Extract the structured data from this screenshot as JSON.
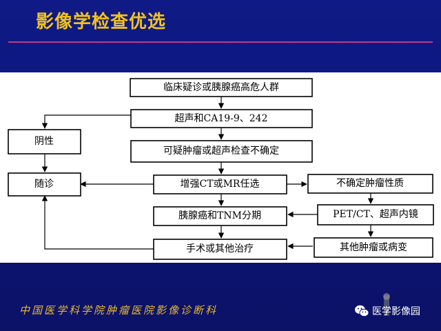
{
  "slide": {
    "title": "影像学检查优选",
    "footer_left": "中国医学科学院肿瘤医院影像诊断科",
    "footer_right": "医学影像园",
    "colors": {
      "background": "#0c1478",
      "title": "#f2c21c",
      "rule": "#c23a8a",
      "footer": "#e6b830"
    }
  },
  "flowchart": {
    "nodes": {
      "clinical_suspicion": "临床疑诊或胰腺癌高危人群",
      "ultrasound_ca": "超声和CA19-9、242",
      "negative": "阴性",
      "suspicious": "可疑肿瘤或超声检查不确定",
      "follow_up": "随诊",
      "ct_mr": "增强CT或MR任选",
      "uncertain_nature": "不确定肿瘤性质",
      "tnm_staging": "胰腺癌和TNM分期",
      "pet_ct_eus": "PET/CT、超声内镜",
      "surgery": "手术或其他治疗",
      "other_lesion": "其他肿瘤或病变"
    }
  },
  "icons": {
    "wechat": "wechat-logo-icon",
    "decoration": "stamp-decoration-icon"
  }
}
